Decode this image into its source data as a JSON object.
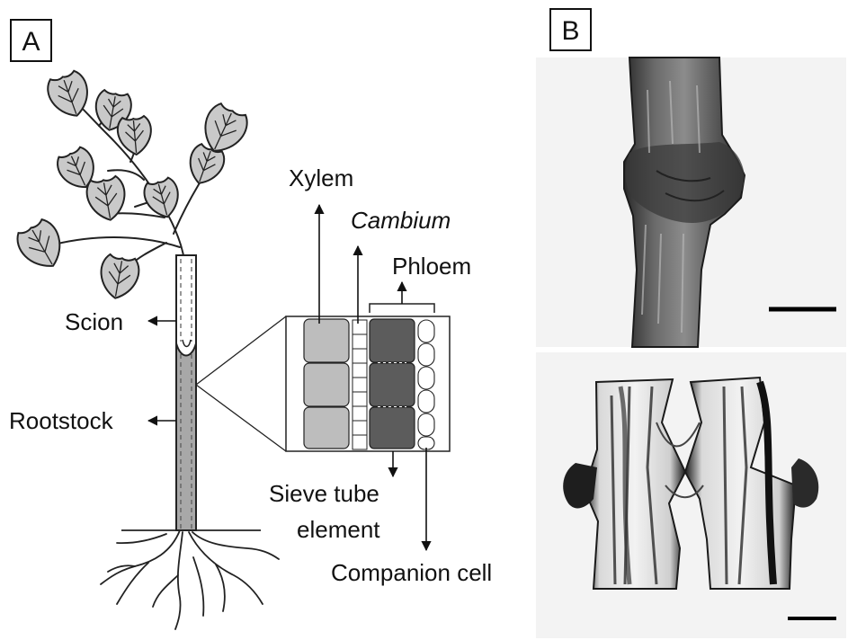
{
  "panels": {
    "a": "A",
    "b": "B"
  },
  "labels": {
    "xylem": "Xylem",
    "cambium": "Cambium",
    "phloem": "Phloem",
    "scion": "Scion",
    "rootstock": "Rootstock",
    "sieve_tube_1": "Sieve tube",
    "sieve_tube_2": "element",
    "companion_cell": "Companion cell"
  },
  "colors": {
    "xylem_cell": "#bdbdbd",
    "phloem_cell": "#5c5c5c",
    "rootstock": "#a8a8a8",
    "leaf": "#c9c9c9"
  }
}
